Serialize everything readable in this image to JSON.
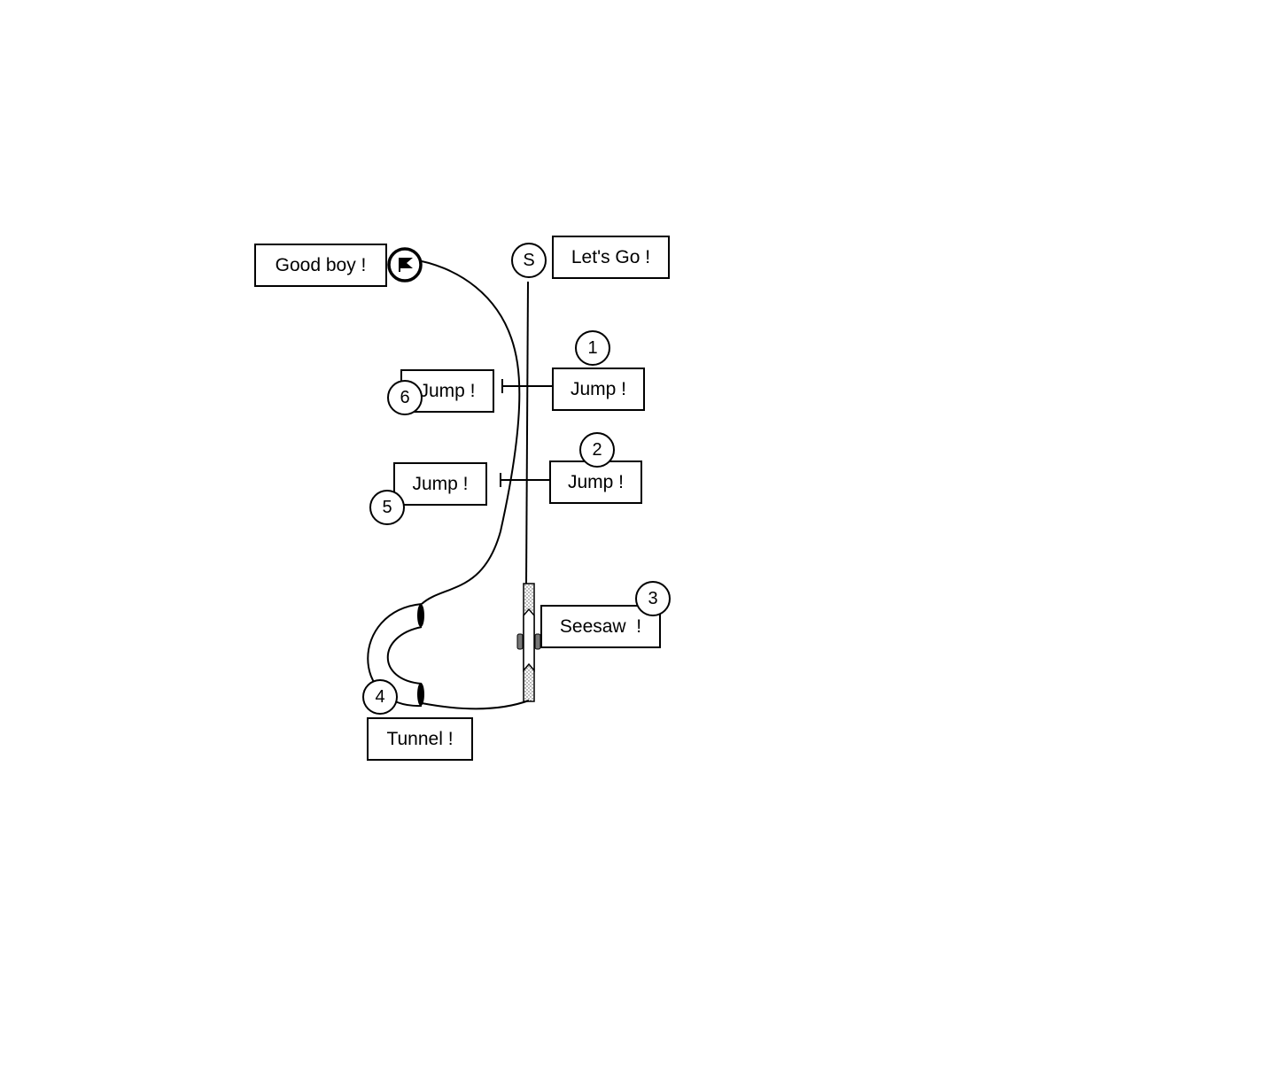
{
  "callouts": {
    "finish": "Good boy !",
    "start": "Let's Go !",
    "jump1": "Jump !",
    "jump2": "Jump !",
    "jump5": "Jump !",
    "jump6": "Jump !",
    "seesaw": "Seesaw  !",
    "tunnel": "Tunnel !"
  },
  "markers": {
    "start": "S",
    "m1": "1",
    "m2": "2",
    "m3": "3",
    "m4": "4",
    "m5": "5",
    "m6": "6"
  },
  "icons": {
    "finish": "finish-flag-icon"
  },
  "colors": {
    "line": "#000000",
    "background": "#ffffff",
    "seesaw_fill": "#e6e6e6"
  }
}
